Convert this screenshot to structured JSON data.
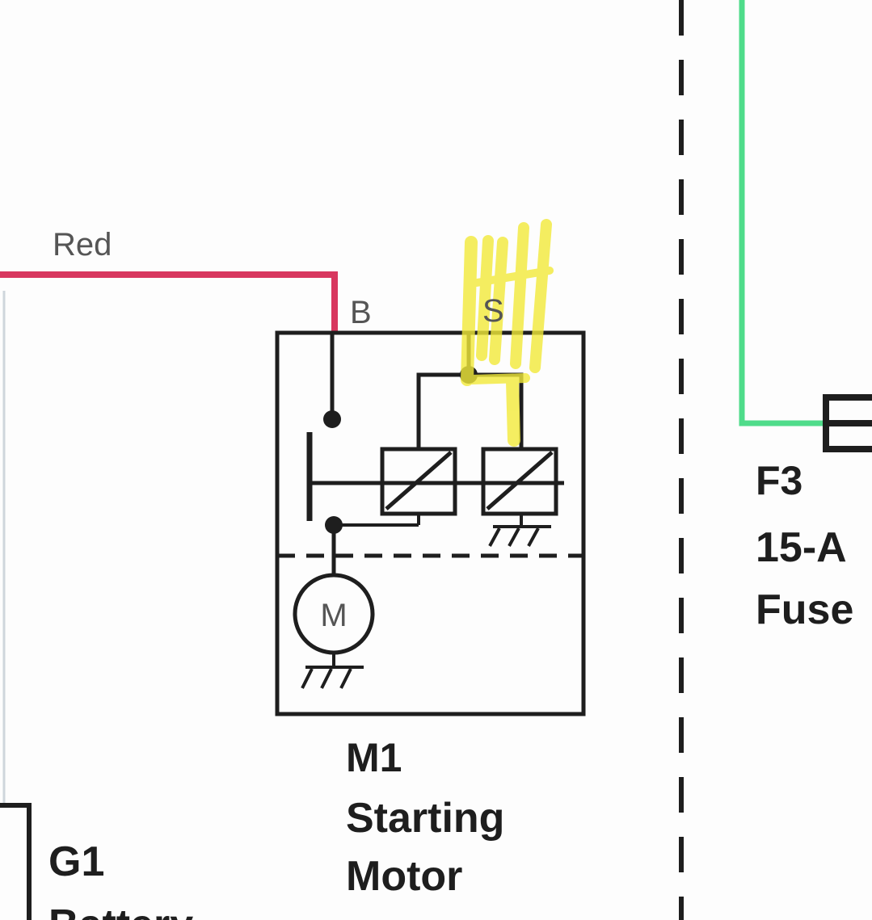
{
  "wire": {
    "red_label": "Red",
    "red_color": "#d8375f",
    "green_color": "#4fdc8a",
    "black_color": "#1e1e1e"
  },
  "highlight": {
    "color": "#f2ea3a"
  },
  "starting_motor": {
    "terminal_b": "B",
    "terminal_s": "S",
    "motor_symbol": "M",
    "ref": "M1",
    "name_line1": "Starting",
    "name_line2": "Motor"
  },
  "fuse": {
    "ref": "F3",
    "rating": "15-A",
    "name": "Fuse"
  },
  "battery": {
    "ref": "G1",
    "name": "Battery"
  },
  "icons": {
    "ground": "ground-icon",
    "coil": "relay-coil-icon",
    "motor": "motor-icon"
  }
}
